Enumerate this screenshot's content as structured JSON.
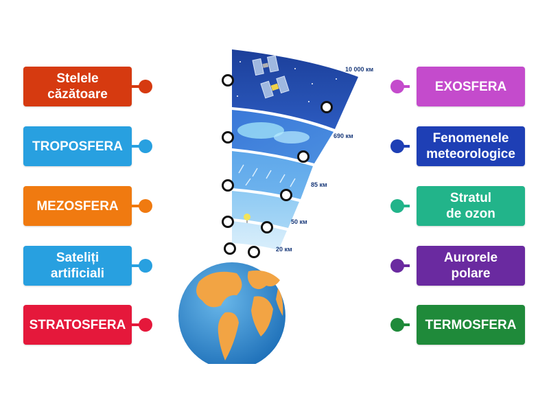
{
  "left_cards": [
    {
      "label": "Stelele\ncăzătoare",
      "color": "#d63a10"
    },
    {
      "label": "TROPOSFERA",
      "color": "#28a0e0"
    },
    {
      "label": "MEZOSFERA",
      "color": "#f07a10"
    },
    {
      "label": "Sateliți\nartificiali",
      "color": "#28a0e0"
    },
    {
      "label": "STRATOSFERA",
      "color": "#e5183b"
    }
  ],
  "right_cards": [
    {
      "label": "EXOSFERA",
      "color": "#c44bcc"
    },
    {
      "label": "Fenomenele\nmeteorologice",
      "color": "#1e3fb5"
    },
    {
      "label": "Stratul\nde ozon",
      "color": "#22b48a"
    },
    {
      "label": "Aurorele\npolare",
      "color": "#6a2aa0"
    },
    {
      "label": "TERMOSFERA",
      "color": "#1f8a3a"
    }
  ],
  "altitudes": [
    "10 000 км",
    "690 км",
    "85 км",
    "50 км",
    "20 км"
  ]
}
